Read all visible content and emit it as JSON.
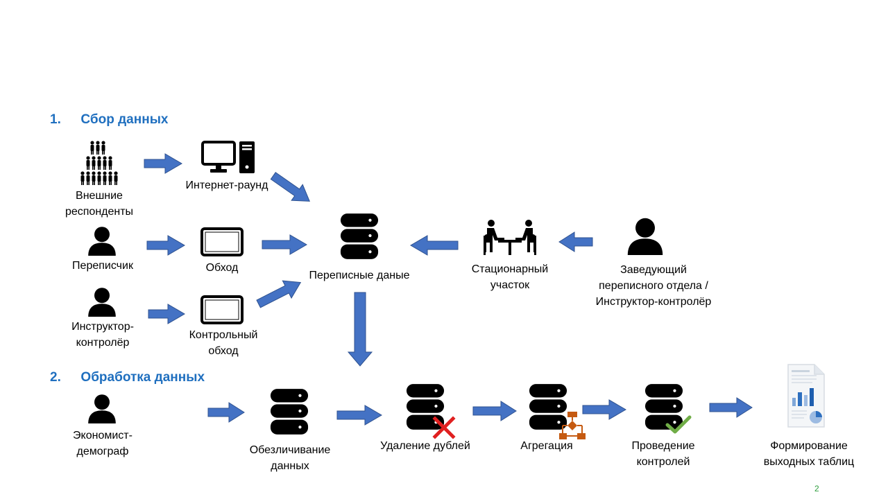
{
  "sections": {
    "collection": {
      "number": "1.",
      "title": "Сбор данных"
    },
    "processing": {
      "number": "2.",
      "title": "Обработка данных"
    }
  },
  "nodes": {
    "external_respondents": {
      "line1": "Внешние",
      "line2": "респонденты"
    },
    "internet_round": "Интернет-раунд",
    "enumerator": "Переписчик",
    "walkthrough": "Обход",
    "instructor_controller": {
      "line1": "Инструктор-",
      "line2": "контролёр"
    },
    "control_walkthrough": {
      "line1": "Контрольный",
      "line2": "обход"
    },
    "census_data": "Переписные даные",
    "stationary_site": {
      "line1": "Стационарный",
      "line2": "участок"
    },
    "department_head": {
      "line1": "Заведующий",
      "line2": "переписного отдела /",
      "line3": "Инструктор-контролёр"
    },
    "economist": {
      "line1": "Экономист-",
      "line2": "демограф"
    },
    "anonymization": {
      "line1": "Обезличивание",
      "line2": "данных"
    },
    "dedup": "Удаление дублей",
    "aggregation": "Агрегация",
    "controls": {
      "line1": "Проведение",
      "line2": "контролей"
    },
    "output_tables": {
      "line1": "Формирование",
      "line2": "выходных таблиц"
    }
  },
  "page_number": "2",
  "colors": {
    "title": "#1F6FBF",
    "arrow": "#4472C4",
    "arrow_stroke": "#2F528F",
    "cross": "#E02020",
    "check": "#70AD47",
    "flow": "#C55A11",
    "page_number": "#2E9E3E"
  }
}
